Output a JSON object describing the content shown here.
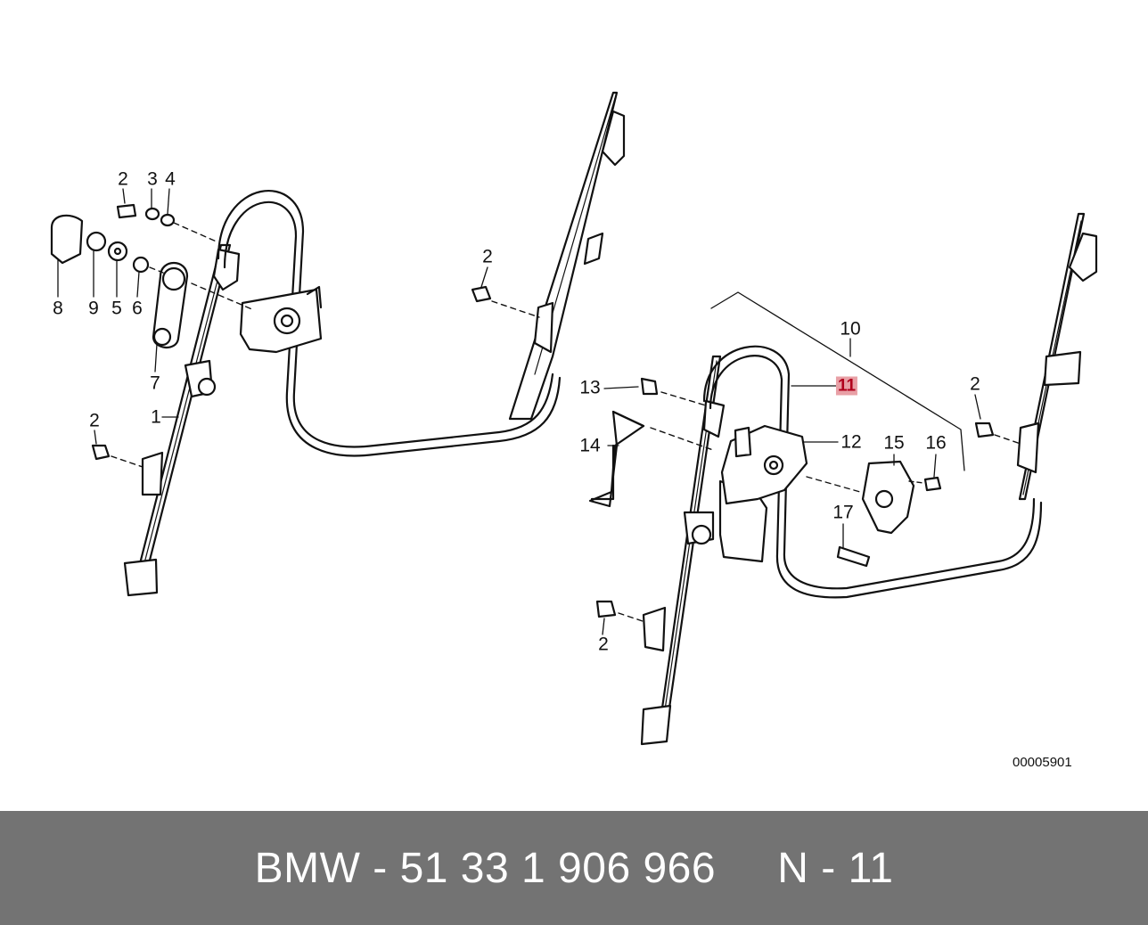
{
  "diagram": {
    "callouts": {
      "left_1": "1",
      "left_2a": "2",
      "left_2b": "2",
      "left_2c": "2",
      "left_3": "3",
      "left_4": "4",
      "left_5": "5",
      "left_6": "6",
      "left_7": "7",
      "left_8": "8",
      "left_9": "9",
      "right_2a": "2",
      "right_2b": "2",
      "right_10": "10",
      "right_11": "11",
      "right_12": "12",
      "right_13": "13",
      "right_14": "14",
      "right_15": "15",
      "right_16": "16",
      "right_17": "17"
    },
    "highlighted_callout": "11",
    "highlight_color": "#e8a0a6",
    "drawing_number": "00005901"
  },
  "caption": {
    "text": "BMW - 51 33 1 906 966     N - 11",
    "background": "#737373",
    "color": "#ffffff"
  }
}
